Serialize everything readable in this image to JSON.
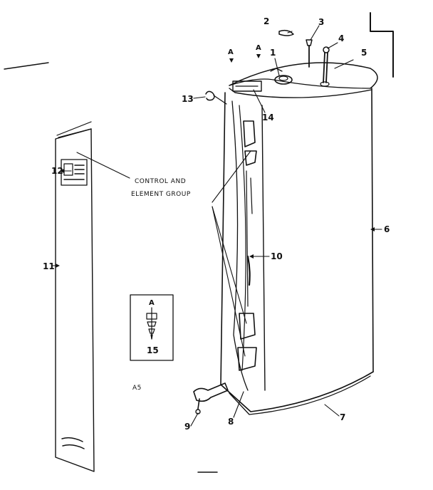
{
  "labels": {
    "p1": "1",
    "p2": "2",
    "p3": "3",
    "p4": "4",
    "p5": "5",
    "p6": "6",
    "p7": "7",
    "p8": "8",
    "p9": "9",
    "p10": "10",
    "p11": "11",
    "p12": "12",
    "p13": "13",
    "p14": "14",
    "p15": "15",
    "view_a_top": "A",
    "view_a_side": "A",
    "view_a_box": "A"
  },
  "callout": {
    "line1": "CONTROL AND",
    "line2": "ELEMENT GROUP"
  },
  "figure_code": "A5"
}
